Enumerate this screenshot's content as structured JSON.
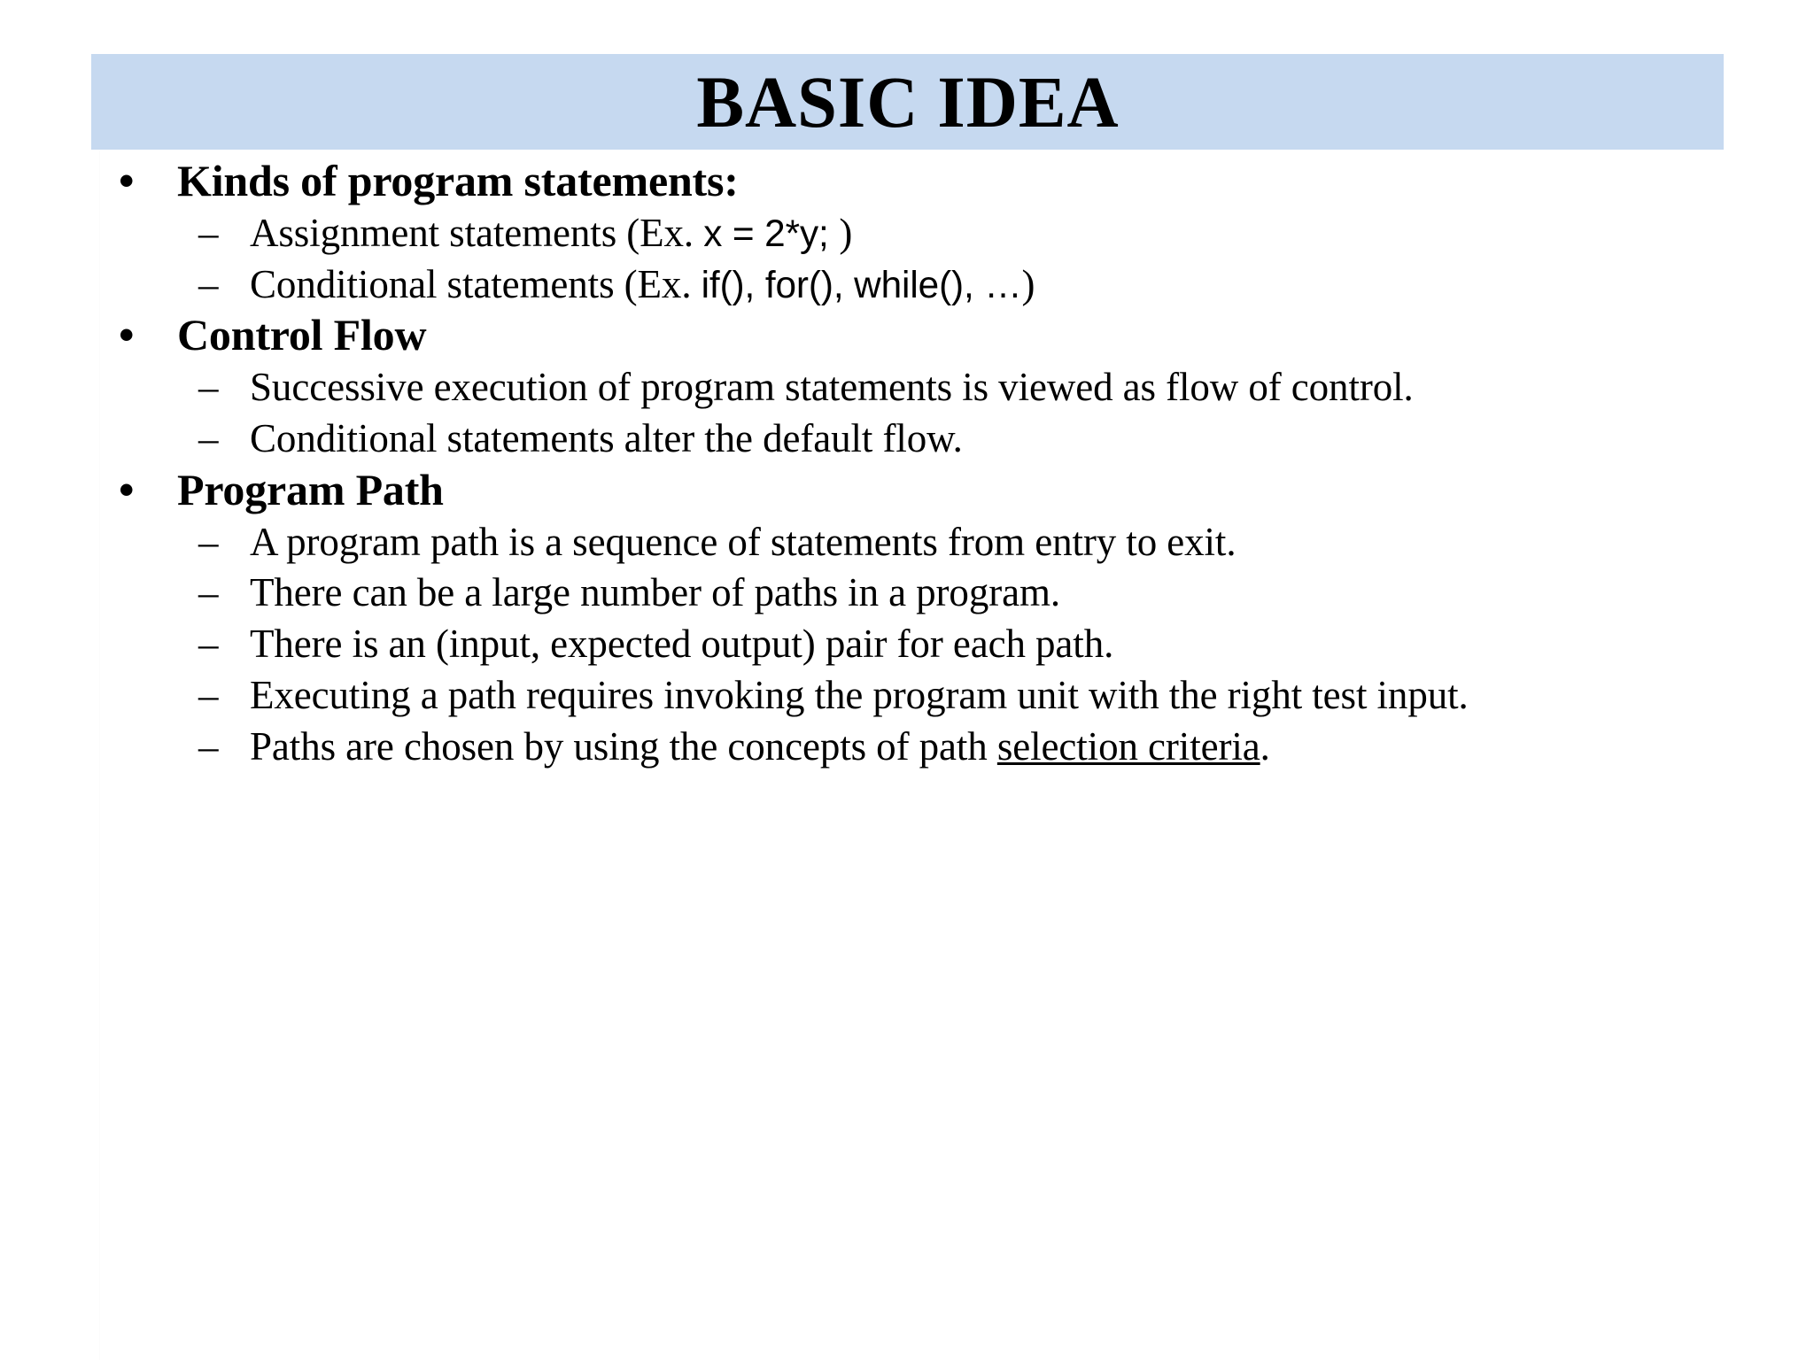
{
  "slide": {
    "title": "BASIC IDEA",
    "title_band_color": "#c6d9f0",
    "background_color": "#ffffff",
    "text_color": "#000000",
    "markers": {
      "level1": "•",
      "level2": "–"
    },
    "content": [
      {
        "level": 1,
        "text": "Kinds of program statements:"
      },
      {
        "level": 2,
        "segments": [
          {
            "style": "serif",
            "text": "Assignment statements (Ex. "
          },
          {
            "style": "sans",
            "text": "x = 2*y; "
          },
          {
            "style": "serif",
            "text": ")"
          }
        ],
        "plain": "Assignment statements (Ex. x = 2*y; )"
      },
      {
        "level": 2,
        "segments": [
          {
            "style": "serif",
            "text": "Conditional statements (Ex. "
          },
          {
            "style": "sans",
            "text": "if(), for(), while(), …"
          },
          {
            "style": "serif",
            "text": ")"
          }
        ],
        "plain": "Conditional statements (Ex. if(), for(), while(), …)"
      },
      {
        "level": 1,
        "text": "Control Flow"
      },
      {
        "level": 2,
        "text": "Successive execution of program statements is viewed as flow of control."
      },
      {
        "level": 2,
        "text": "Conditional statements alter the default flow."
      },
      {
        "level": 1,
        "text": "Program Path"
      },
      {
        "level": 2,
        "text": "A program path is a sequence of statements from entry to exit."
      },
      {
        "level": 2,
        "text": "There can be a large number of paths in a program."
      },
      {
        "level": 2,
        "text": "There is an (input, expected output) pair for each path."
      },
      {
        "level": 2,
        "text": "Executing a path requires invoking the program unit with the right test input."
      },
      {
        "level": 2,
        "segments": [
          {
            "style": "serif",
            "text": "Paths are chosen by using the concepts of path "
          },
          {
            "style": "underline",
            "text": "selection criteria"
          },
          {
            "style": "serif",
            "text": "."
          }
        ],
        "plain": "Paths are chosen by using the concepts of path selection criteria."
      }
    ]
  }
}
